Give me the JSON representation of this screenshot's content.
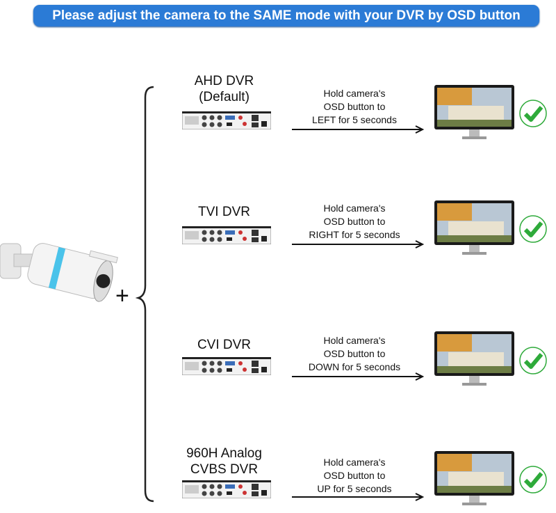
{
  "banner": {
    "text": "Please adjust the camera to the SAME mode with your DVR by OSD button"
  },
  "plus_sign": "+",
  "rows": [
    {
      "label_line1": "AHD DVR",
      "label_line2": "(Default)",
      "instr_line1": "Hold camera's",
      "instr_line2": "OSD button to",
      "instr_line3": "LEFT for 5 seconds"
    },
    {
      "label_line1": "TVI DVR",
      "label_line2": "",
      "instr_line1": "Hold camera's",
      "instr_line2": "OSD button to",
      "instr_line3": "RIGHT for 5 seconds"
    },
    {
      "label_line1": "CVI DVR",
      "label_line2": "",
      "instr_line1": "Hold camera's",
      "instr_line2": "OSD button to",
      "instr_line3": "DOWN for 5 seconds"
    },
    {
      "label_line1": "960H Analog",
      "label_line2": "CVBS DVR",
      "instr_line1": "Hold camera's",
      "instr_line2": "OSD button to",
      "instr_line3": "UP for 5 seconds"
    }
  ],
  "colors": {
    "banner": "#2b7bd6",
    "check": "#2eaa3a"
  }
}
